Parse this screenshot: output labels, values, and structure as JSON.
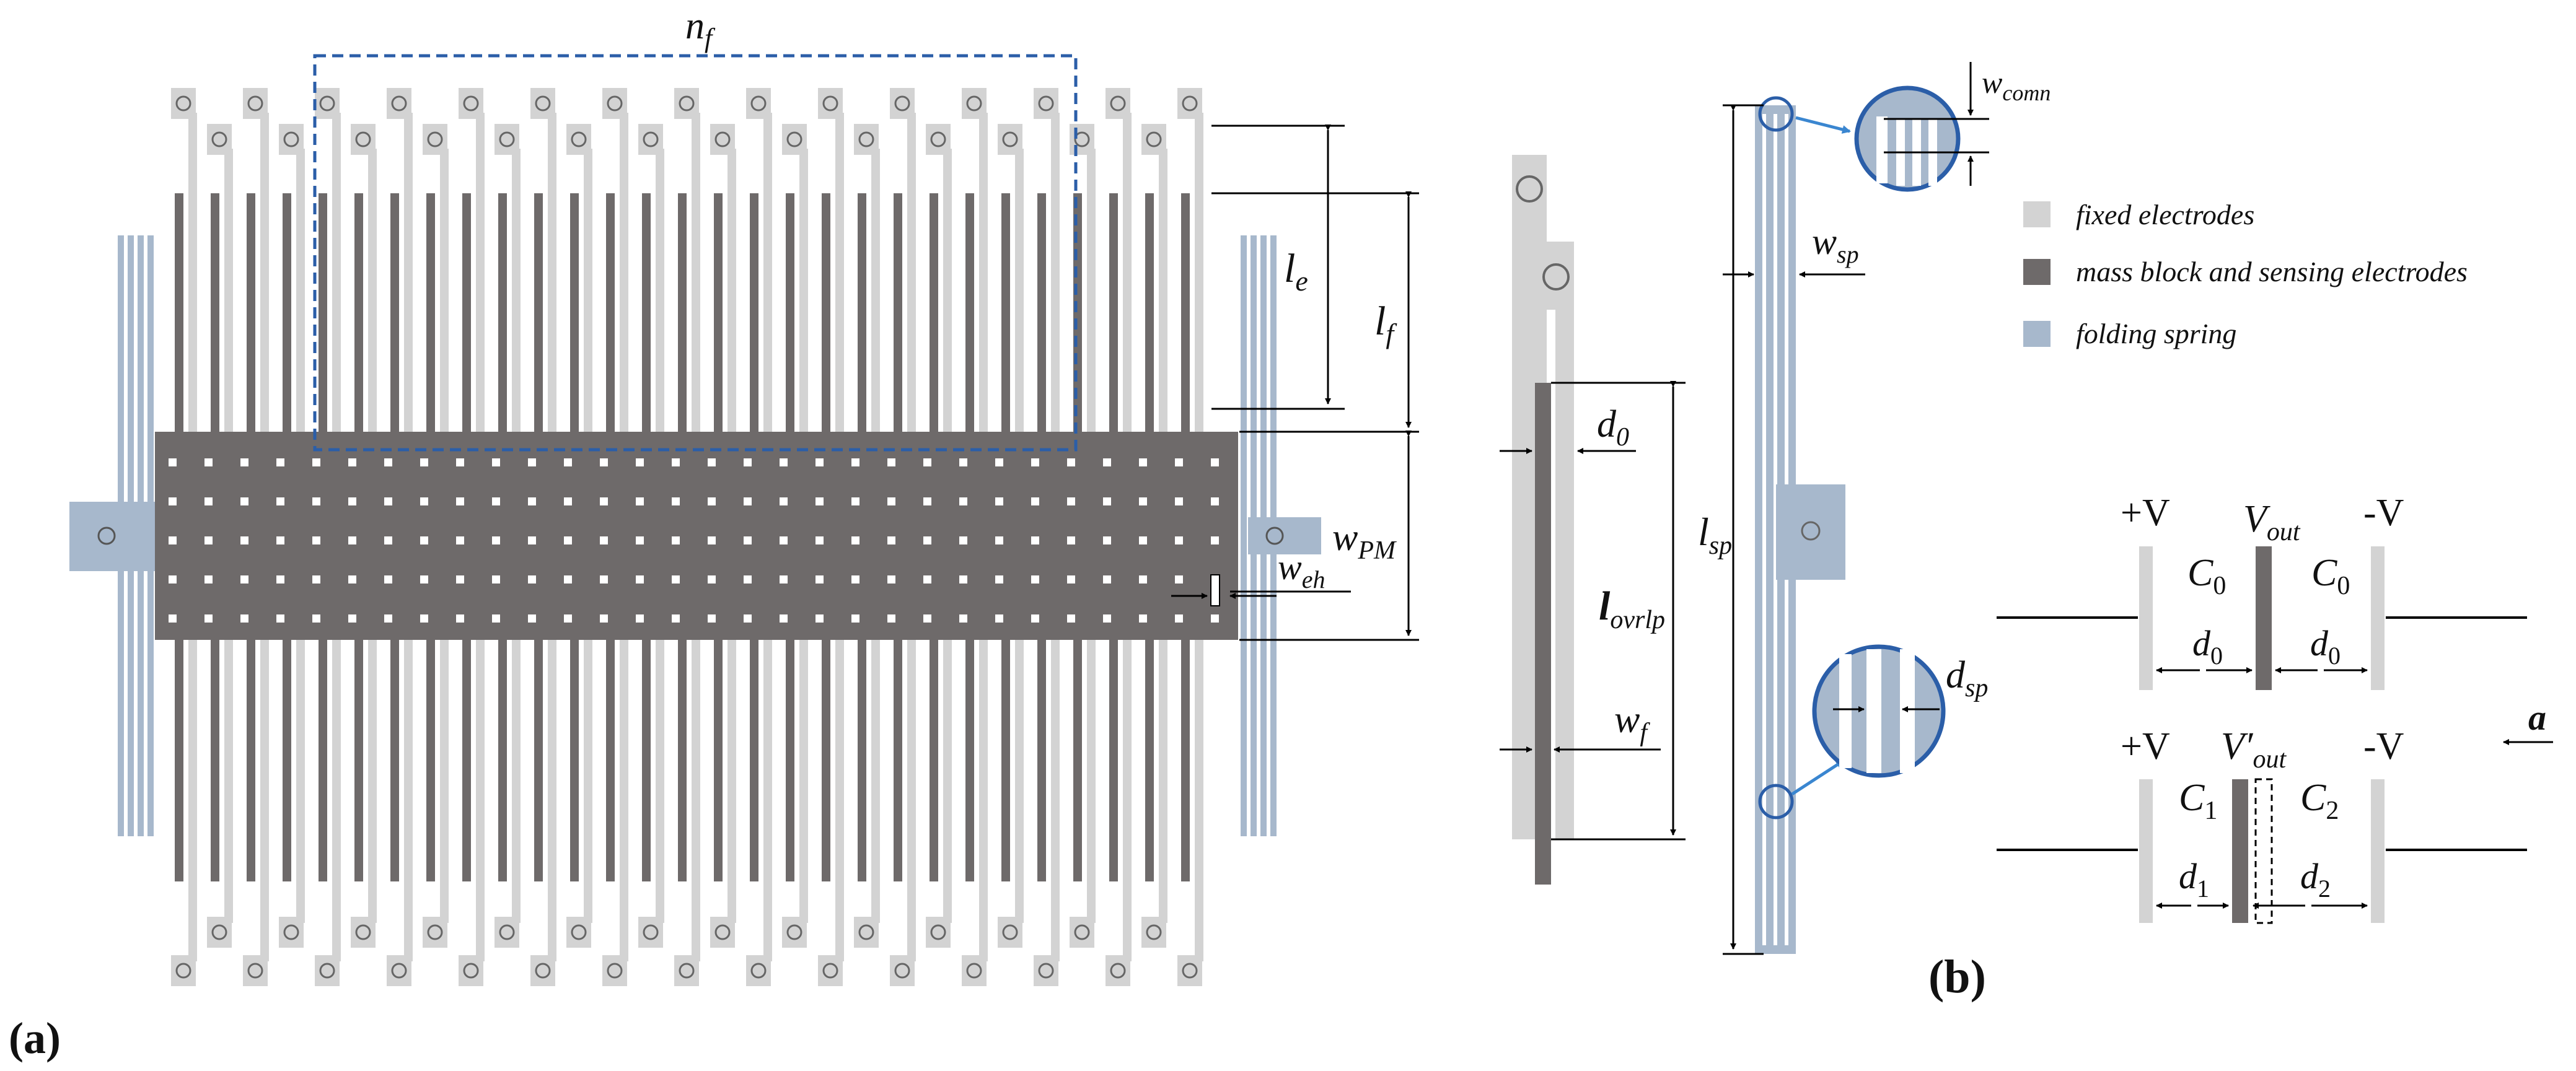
{
  "panel_a": {
    "label": "(a)",
    "dims": {
      "n_f": "n",
      "n_f_sub": "f",
      "l_e": "l",
      "l_e_sub": "e",
      "l_f": "l",
      "l_f_sub": "f",
      "w_PM": "w",
      "w_PM_sub": "PM",
      "w_eh": "w",
      "w_eh_sub": "eh"
    }
  },
  "panel_b": {
    "label": "(b)",
    "dims": {
      "d0": "d",
      "d0_sub": "0",
      "l_ovrlp": "l",
      "l_ovrlp_sub": "ovrlp",
      "w_f": "w",
      "w_f_sub": "f",
      "l_sp": "l",
      "l_sp_sub": "sp",
      "w_sp": "w",
      "w_sp_sub": "sp",
      "w_comn": "w",
      "w_comn_sub": "comn",
      "d_sp": "d",
      "d_sp_sub": "sp"
    },
    "legend": [
      {
        "label": "fixed electrodes",
        "color": "#d3d3d3"
      },
      {
        "label": "mass block and sensing electrodes",
        "color": "#6e6a6a"
      },
      {
        "label": "folding spring",
        "color": "#a7b8cc"
      }
    ],
    "circuit_top": {
      "plus_v": "+V",
      "minus_v": "-V",
      "vout": "V",
      "vout_sub": "out",
      "c_left": "C",
      "c_left_sub": "0",
      "c_right": "C",
      "c_right_sub": "0",
      "d_left": "d",
      "d_left_sub": "0",
      "d_right": "d",
      "d_right_sub": "0"
    },
    "circuit_bottom": {
      "plus_v": "+V",
      "minus_v": "-V",
      "vout": "V′",
      "vout_sub": "out",
      "c_left": "C",
      "c_left_sub": "1",
      "c_right": "C",
      "c_right_sub": "2",
      "d_left": "d",
      "d_left_sub": "1",
      "d_right": "d",
      "d_right_sub": "2",
      "accel": "a"
    }
  },
  "colors": {
    "fixed": "#d3d3d3",
    "mass": "#6e6a6a",
    "spring": "#a7b8cc",
    "highlight": "#2b5ea8",
    "arrow_blue": "#3a86d0"
  }
}
